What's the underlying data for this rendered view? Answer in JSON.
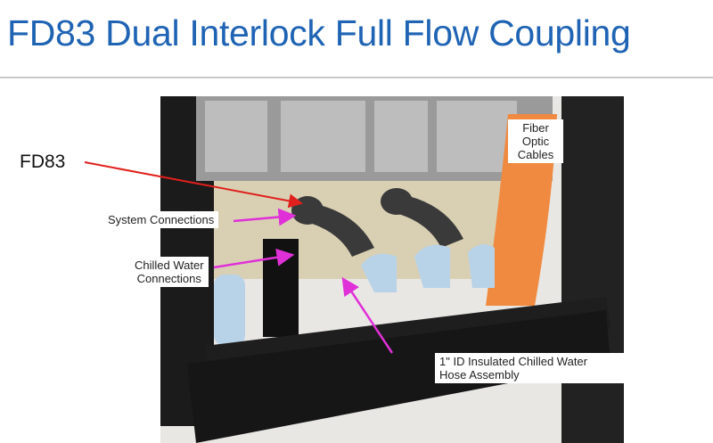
{
  "slide": {
    "title": "FD83 Dual Interlock Full Flow Coupling"
  },
  "callouts": {
    "fd83": "FD83",
    "system_connections": "System Connections",
    "chilled_water_1": "Chilled Water",
    "chilled_water_2": "Connections",
    "fiber_1": "Fiber",
    "fiber_2": "Optic",
    "fiber_3": "Cables",
    "hose_1": "1\" ID Insulated Chilled Water",
    "hose_2": "Hose Assembly"
  },
  "colors": {
    "title": "#1f63b4",
    "fd83_arrow": "#e0201c",
    "callout_arrow": "#e030d8",
    "fiber": "#f08a40"
  }
}
